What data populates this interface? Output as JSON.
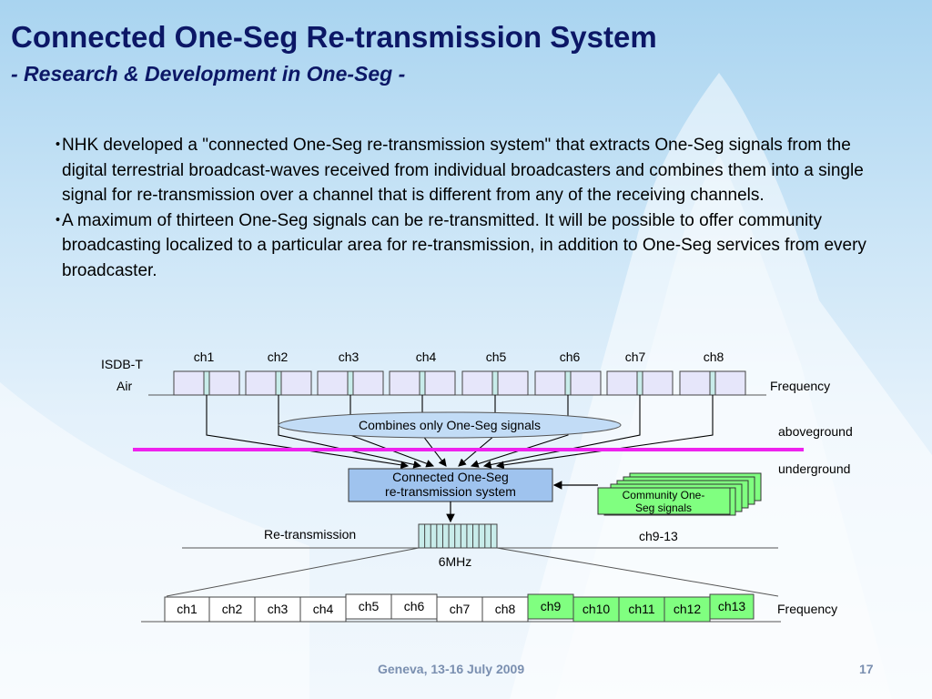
{
  "slide": {
    "title": "Connected One-Seg Re-transmission System",
    "subtitle": "- Research & Development in One-Seg -",
    "bullet_marker": "・",
    "bullets": [
      "NHK developed a \"connected One-Seg re-transmission system\" that extracts One-Seg signals from the digital terrestrial broadcast-waves received from individual broadcasters and combines them into a single signal for re-transmission over a channel that is different from any of the receiving channels.",
      "A maximum of thirteen One-Seg signals can be re-transmitted. It will be possible to offer community broadcasting localized to a particular area for re-transmission, in addition to One-Seg services from every broadcaster."
    ],
    "footer_left": "Geneva, 13-16 July 2009",
    "page_number": "17"
  },
  "diagram": {
    "isdb_label": "ISDB-T",
    "air_label": "Air",
    "air_channels": [
      "ch1",
      "ch2",
      "ch3",
      "ch4",
      "ch5",
      "ch6",
      "ch7",
      "ch8"
    ],
    "frequency_top": "Frequency",
    "combine_label": "Combines only One-Seg signals",
    "aboveground": "aboveground",
    "underground": "underground",
    "system_label_1": "Connected One-Seg",
    "system_label_2": "re-transmission system",
    "community_label_1": "Community One-",
    "community_label_2": "Seg signals",
    "retransmission_label": "Re-transmission",
    "ch9_13_label": "ch9-13",
    "bandwidth_label": "6MHz",
    "out_channels": [
      {
        "label": "ch1",
        "type": "white"
      },
      {
        "label": "ch2",
        "type": "white"
      },
      {
        "label": "ch3",
        "type": "white"
      },
      {
        "label": "ch4",
        "type": "white"
      },
      {
        "label": "ch5",
        "type": "white"
      },
      {
        "label": "ch6",
        "type": "white"
      },
      {
        "label": "ch7",
        "type": "white"
      },
      {
        "label": "ch8",
        "type": "white"
      },
      {
        "label": "ch9",
        "type": "green"
      },
      {
        "label": "ch10",
        "type": "green"
      },
      {
        "label": "ch11",
        "type": "green"
      },
      {
        "label": "ch12",
        "type": "green"
      },
      {
        "label": "ch13",
        "type": "green"
      }
    ],
    "frequency_bottom": "Frequency",
    "colors": {
      "lavender": "#e6e6fa",
      "teal": "#c8ecea",
      "system_box": "#9fc3ee",
      "green": "#80ff80",
      "ellipse": "#c2dcf6",
      "divider": "#ee22ee",
      "title": "#0c1766"
    }
  }
}
